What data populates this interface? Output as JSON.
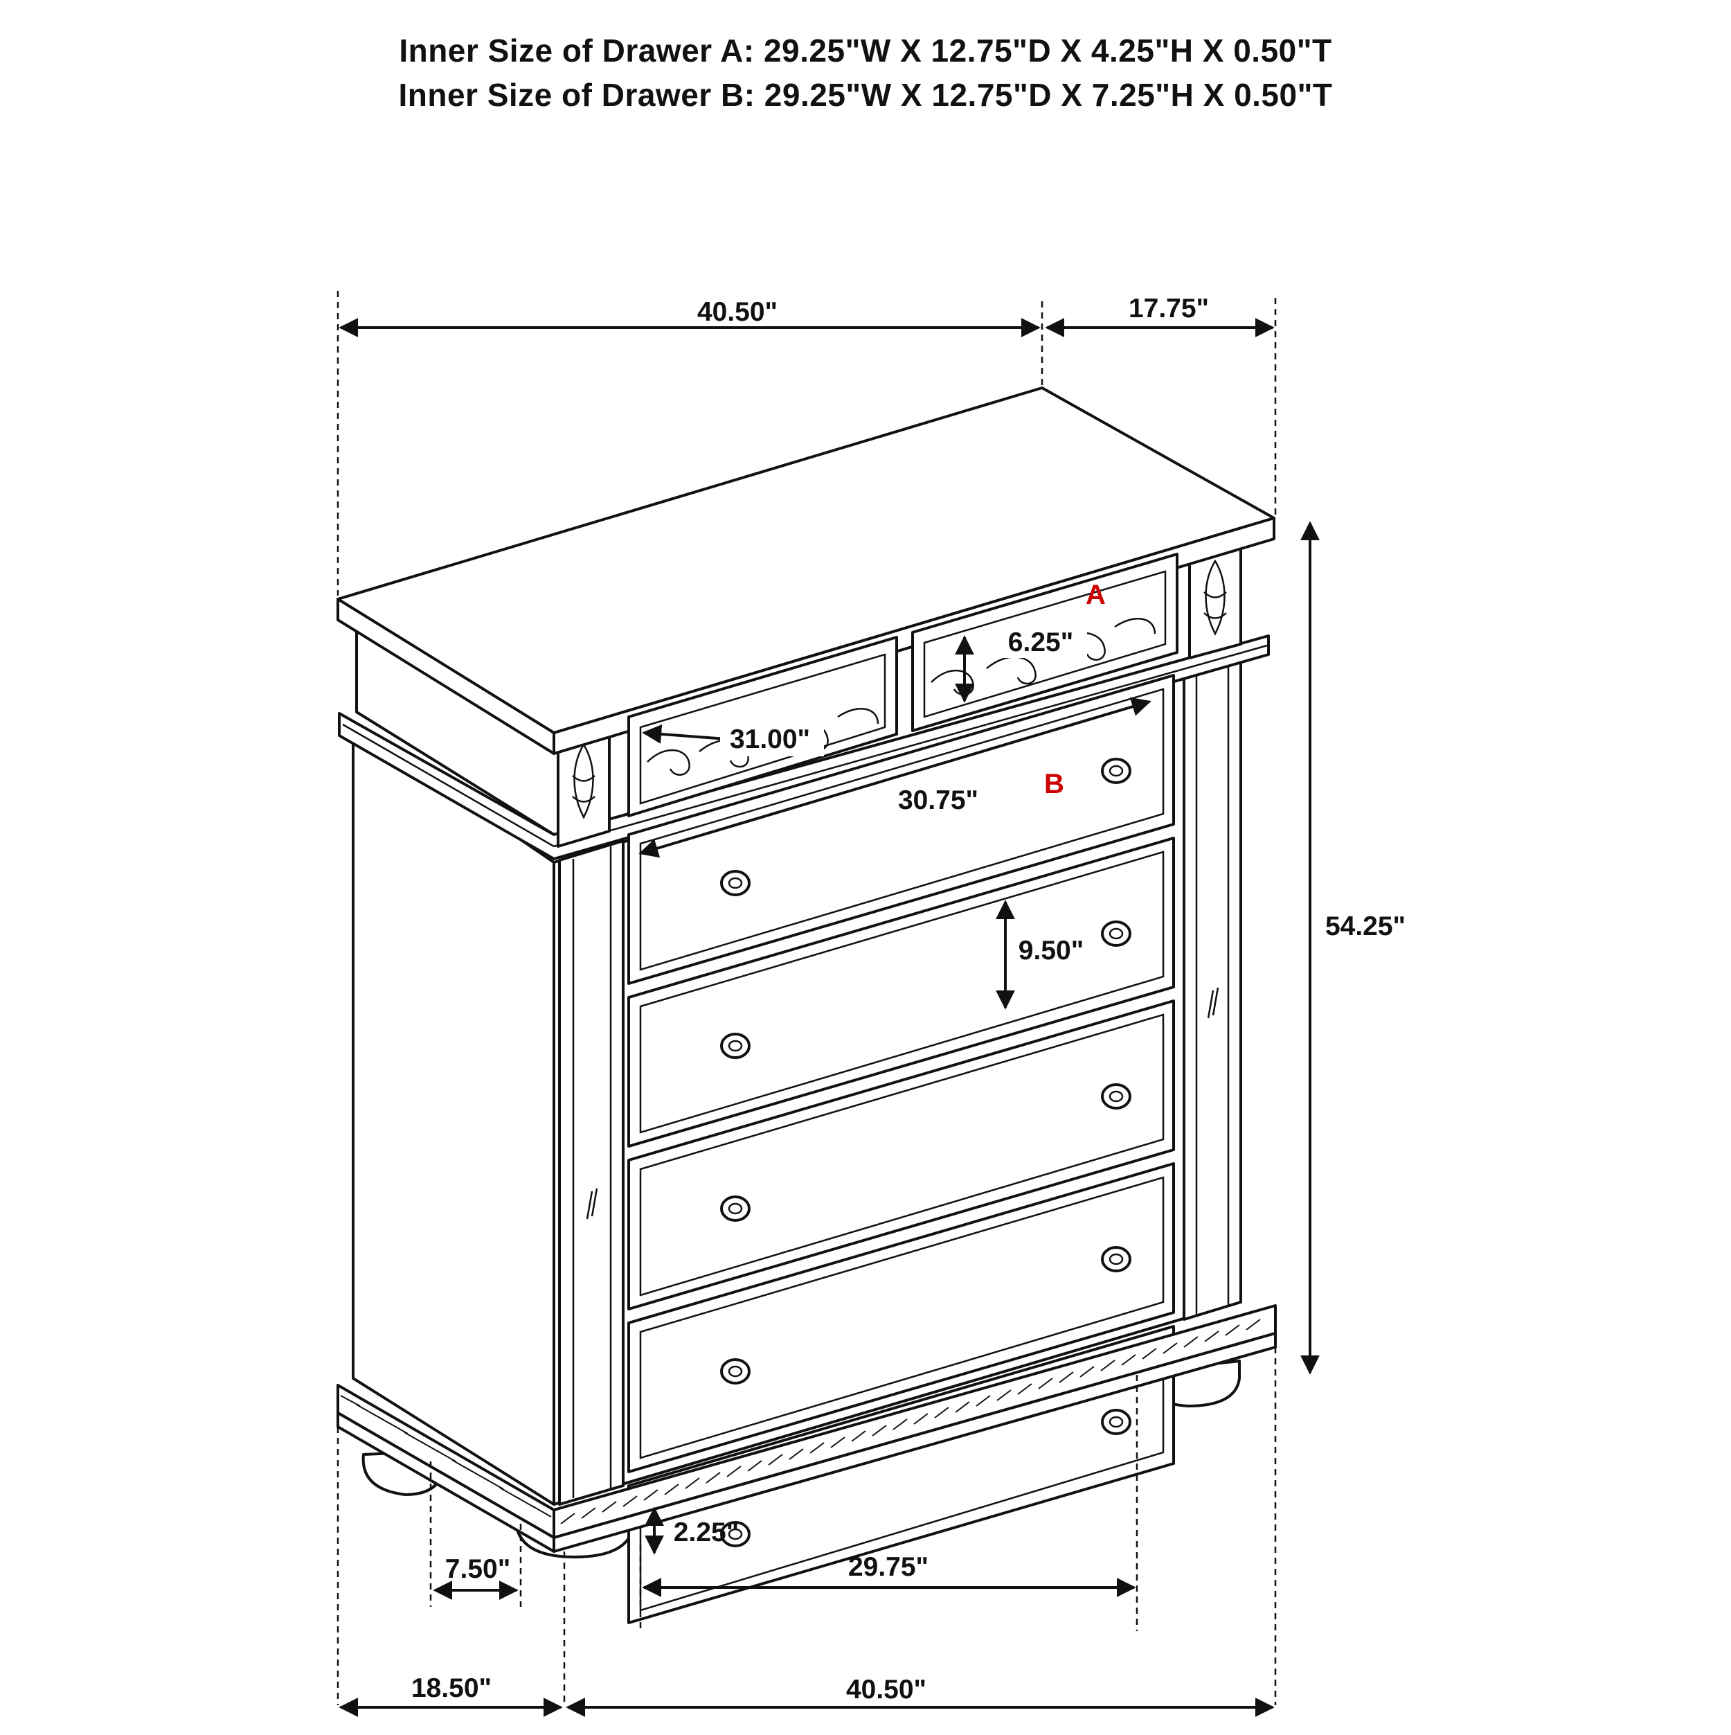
{
  "header": {
    "drawer_a_spec": "Inner Size of Drawer A: 29.25\"W X 12.75\"D X 4.25\"H X 0.50\"T",
    "drawer_b_spec": "Inner Size of Drawer B: 29.25\"W X 12.75\"D X 7.25\"H X 0.50\"T"
  },
  "labels": {
    "drawer_a": "A",
    "drawer_b": "B"
  },
  "dimensions": {
    "top_width": "40.50\"",
    "top_depth": "17.75\"",
    "overall_height": "54.25\"",
    "top_drawer_height": "6.25\"",
    "top_drawer_width": "31.00\"",
    "drawer_b_width": "30.75\"",
    "drawer_height": "9.50\"",
    "foot_height": "2.25\"",
    "foot_width": "7.50\"",
    "feet_spacing": "29.75\"",
    "base_depth": "18.50\"",
    "base_width": "40.50\""
  },
  "colors": {
    "line": "#111111",
    "marker": "#cc0000",
    "background": "#ffffff"
  }
}
